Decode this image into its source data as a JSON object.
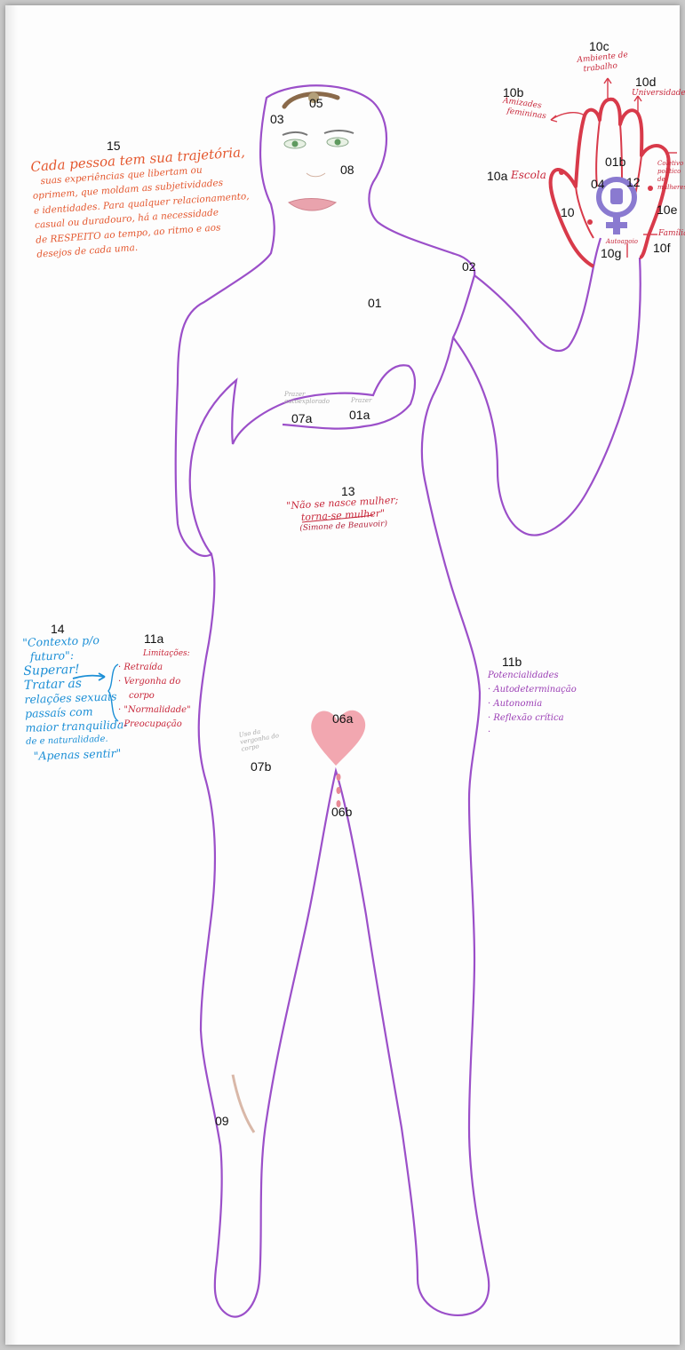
{
  "markers": {
    "m01": "01",
    "m01a": "01a",
    "m01b": "01b",
    "m02": "02",
    "m03": "03",
    "m04": "04",
    "m05": "05",
    "m06a": "06a",
    "m06b": "06b",
    "m07a": "07a",
    "m07b": "07b",
    "m08": "08",
    "m09": "09",
    "m10": "10",
    "m10a": "10a",
    "m10b": "10b",
    "m10c": "10c",
    "m10d": "10d",
    "m10e": "10e",
    "m10f": "10f",
    "m10g": "10g",
    "m11a": "11a",
    "m11b": "11b",
    "m12": "12",
    "m13": "13",
    "m14": "14",
    "m15": "15"
  },
  "notes": {
    "n15": [
      "Cada pessoa tem sua trajetória,",
      "suas experiências que libertam ou",
      "oprimem, que moldam as subjetividades",
      "e identidades. Para qualquer relacionamento,",
      "casual ou duradouro, há a necessidade",
      "de RESPEITO ao tempo, ao ritmo e aos",
      "desejos de cada uma."
    ],
    "n13": [
      "\"Não se nasce mulher;",
      "torna-se mulher\"",
      "(Simone de Beauvoir)"
    ],
    "n14": [
      "\"Contexto p/o",
      "futuro\":",
      "Superar!",
      "Tratar as",
      "relações sexuais",
      "passaís com",
      "maior tranquilida-",
      "de e naturalidade.",
      "\"Apenas sentir\""
    ],
    "n11a_head": "Limitações:",
    "n11a_items": [
      "· Retraída",
      "· Vergonha do",
      "  corpo",
      "· \"Normalidade\"",
      "· Preocupação"
    ],
    "n11b_head": "Potencialidades",
    "n11b_items": [
      "· Autodeterminação",
      "· Autonomia",
      "· Reflexão crítica",
      "·"
    ],
    "n10a": "Escola",
    "n10b": [
      "Amizades",
      "femininas"
    ],
    "n10c": [
      "Ambiente de",
      "trabalho"
    ],
    "n10d": "Universidade",
    "n10e": [
      "Coletivo",
      "político",
      "de",
      "mulheres"
    ],
    "n10f": "Família",
    "n10g": "Autoapoio",
    "n07a": [
      "Prazer",
      "autoexplorado"
    ],
    "n01a": "Prazer",
    "n07b": [
      "Uso da",
      "vergonha do",
      "corpo"
    ]
  },
  "colors": {
    "body_outline": "#9b4fc9",
    "hand_outline": "#d83a4a",
    "note15": "#e4572e",
    "note14": "#1c8fd6",
    "note11b": "#9b3fb5",
    "heart": "#f2a7b0",
    "symbol": "#8a7ad0"
  },
  "icons": {
    "hand": "red-hand-icon",
    "symbol": "feminist-fist-venus-icon",
    "heart": "heart-icon"
  }
}
